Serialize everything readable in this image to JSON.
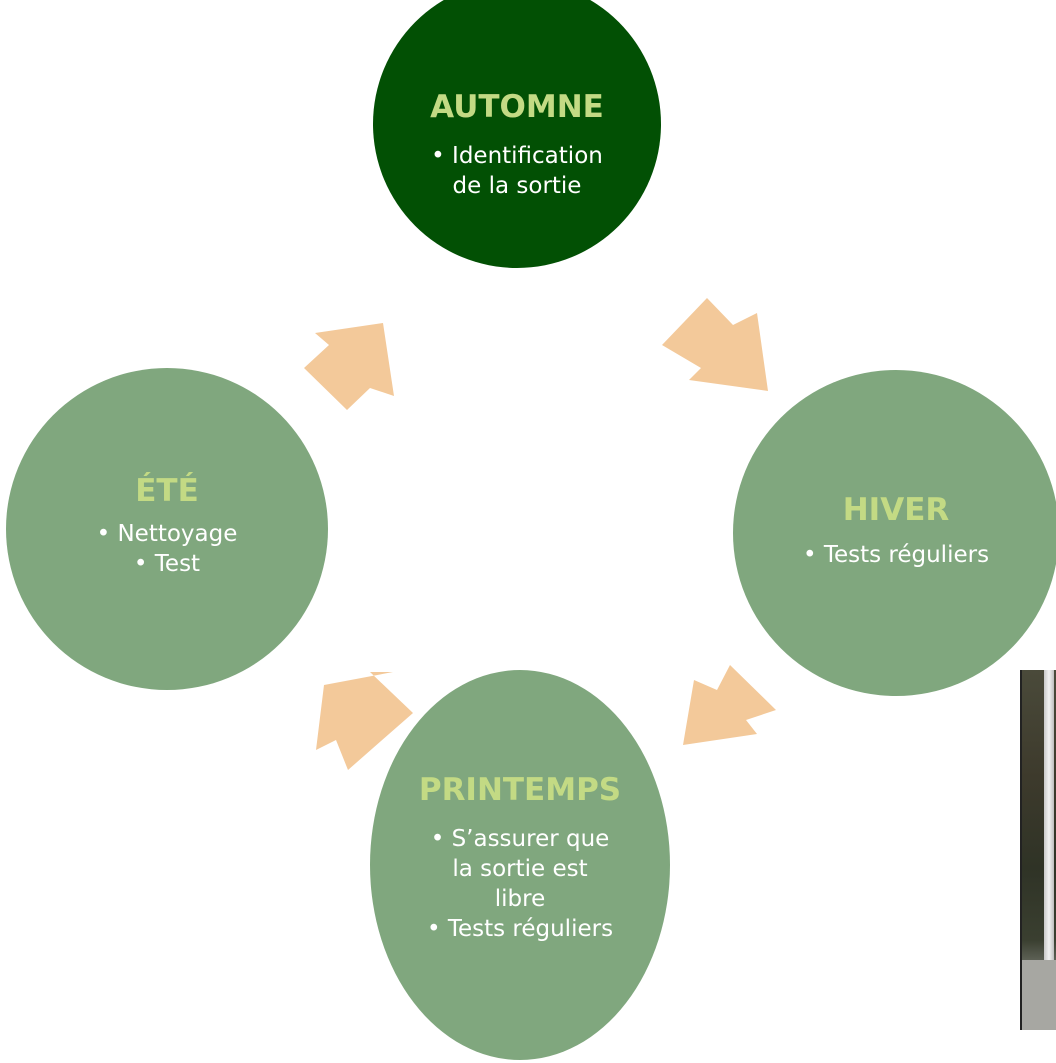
{
  "colors": {
    "autumn_fill": "#025004",
    "season_fill": "#80a77e",
    "title_text": "#c3da84",
    "arrow_fill": "#f3c99a",
    "bullet_text": "#ffffff"
  },
  "seasons": {
    "autumn": {
      "title": "AUTOMNE",
      "bullets": [
        "• Identification",
        "de la sortie"
      ]
    },
    "winter": {
      "title": "HIVER",
      "bullets": [
        "• Tests réguliers"
      ]
    },
    "spring": {
      "title": "PRINTEMPS",
      "bullets": [
        "• S’assurer que",
        "la sortie est",
        "libre",
        "• Tests réguliers"
      ]
    },
    "summer": {
      "title": "ÉTÉ",
      "bullets": [
        "• Nettoyage",
        "• Test"
      ]
    }
  },
  "photo": {
    "icon": "downspout-photo"
  }
}
